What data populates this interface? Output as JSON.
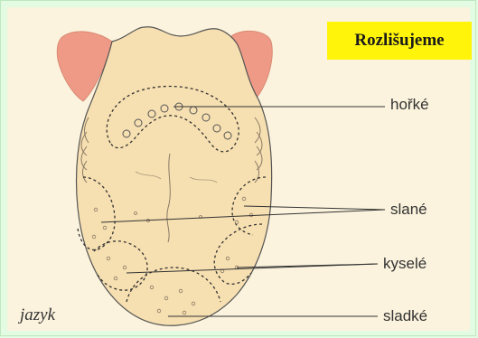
{
  "title": "Rozlišujeme",
  "caption": "jazyk",
  "labels": {
    "bitter": "hořké",
    "salty": "slané",
    "sour": "kyselé",
    "sweet": "sladké"
  },
  "colors": {
    "background": "#e3fbe3",
    "paper": "#fbf3dd",
    "tongue": "#f6dfb0",
    "ear": "#ef9a86",
    "title_box": "#fff40a"
  }
}
